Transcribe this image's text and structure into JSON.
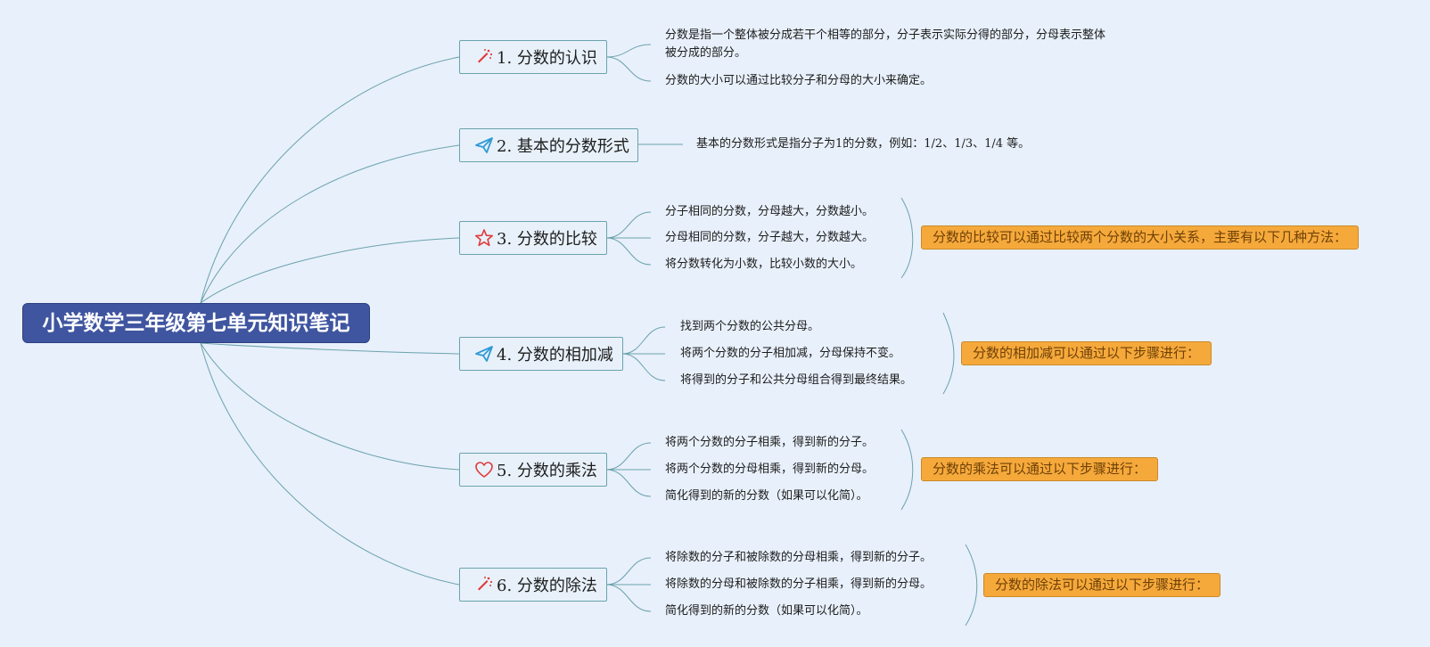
{
  "root": {
    "title": "小学数学三年级第七单元知识笔记"
  },
  "topics": [
    {
      "label": "1. 分数的认识",
      "icon": "sparkle-icon",
      "leaves": [
        "分数是指一个整体被分成若干个相等的部分，分子表示实际分得的部分，分母表示整体被分成的部分。",
        "分数的大小可以通过比较分子和分母的大小来确定。"
      ]
    },
    {
      "label": "2. 基本的分数形式",
      "icon": "paper-plane-icon",
      "leaves": [
        "基本的分数形式是指分子为1的分数，例如：1/2、1/3、1/4 等。"
      ]
    },
    {
      "label": "3. 分数的比较",
      "icon": "star-icon",
      "leaves": [
        "分子相同的分数，分母越大，分数越小。",
        "分母相同的分数，分子越大，分数越大。",
        "将分数转化为小数，比较小数的大小。"
      ],
      "summary": "分数的比较可以通过比较两个分数的大小关系，主要有以下几种方法："
    },
    {
      "label": "4. 分数的相加减",
      "icon": "paper-plane-icon",
      "leaves": [
        "找到两个分数的公共分母。",
        "将两个分数的分子相加减，分母保持不变。",
        "将得到的分子和公共分母组合得到最终结果。"
      ],
      "summary": "分数的相加减可以通过以下步骤进行："
    },
    {
      "label": "5. 分数的乘法",
      "icon": "heart-icon",
      "leaves": [
        "将两个分数的分子相乘，得到新的分子。",
        "将两个分数的分母相乘，得到新的分母。",
        "简化得到的新的分数（如果可以化简）。"
      ],
      "summary": "分数的乘法可以通过以下步骤进行："
    },
    {
      "label": "6. 分数的除法",
      "icon": "sparkle-icon",
      "leaves": [
        "将除数的分子和被除数的分母相乘，得到新的分子。",
        "将除数的分母和被除数的分子相乘，得到新的分母。",
        "简化得到的新的分数（如果可以化简）。"
      ],
      "summary": "分数的除法可以通过以下步骤进行："
    }
  ],
  "colors": {
    "root_fill": "#3f55a0",
    "topic_border": "#6aa3ad",
    "connector": "#6aa3ad",
    "summary_fill": "#f6a93b",
    "icon_red": "#e03a3a",
    "icon_blue": "#2f9ad6"
  }
}
